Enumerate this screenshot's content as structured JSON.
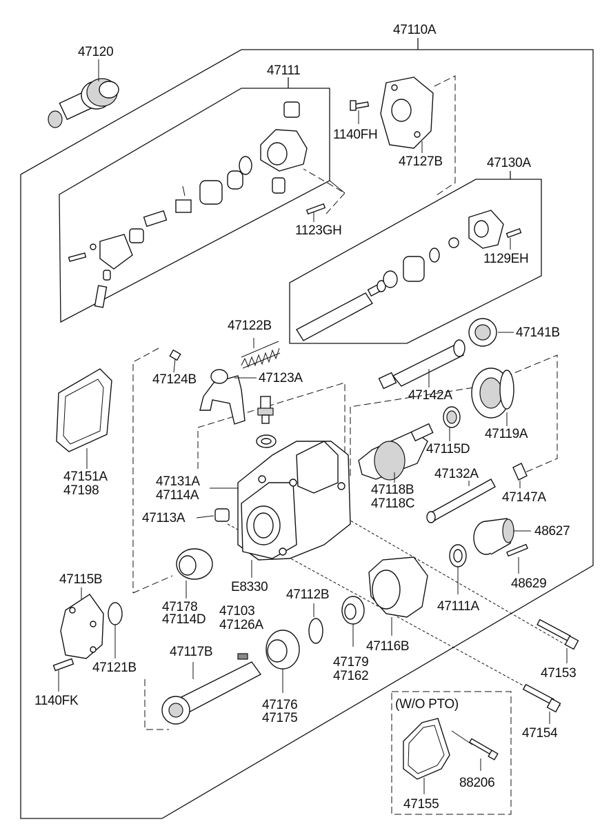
{
  "labels": {
    "p47110A": "47110A",
    "p47120": "47120",
    "p47111": "47111",
    "p1140FH": "1140FH",
    "p47127B": "47127B",
    "p47130A": "47130A",
    "p1123GH": "1123GH",
    "p1129EH": "1129EH",
    "p47122B": "47122B",
    "p47141B": "47141B",
    "p47124B": "47124B",
    "p47123A": "47123A",
    "p47142A": "47142A",
    "p47119A": "47119A",
    "p47115D": "47115D",
    "p47151A": "47151A",
    "p47198": "47198",
    "p47131A": "47131A",
    "p47114A": "47114A",
    "p47132A": "47132A",
    "p47118B": "47118B",
    "p47118C": "47118C",
    "p47147A": "47147A",
    "p47113A": "47113A",
    "p48627": "48627",
    "p48629": "48629",
    "p47115B": "47115B",
    "pE8330": "E8330",
    "p47112B": "47112B",
    "p47111A": "47111A",
    "p47178": "47178",
    "p47114D": "47114D",
    "p47103": "47103",
    "p47126A": "47126A",
    "p47116B": "47116B",
    "p47117B": "47117B",
    "p47121B": "47121B",
    "p47179": "47179",
    "p47162": "47162",
    "p47153": "47153",
    "p1140FK": "1140FK",
    "p47176": "47176",
    "p47175": "47175",
    "pWOPTO": "(W/O PTO)",
    "p47154": "47154",
    "p88206": "88206",
    "p47155": "47155"
  }
}
